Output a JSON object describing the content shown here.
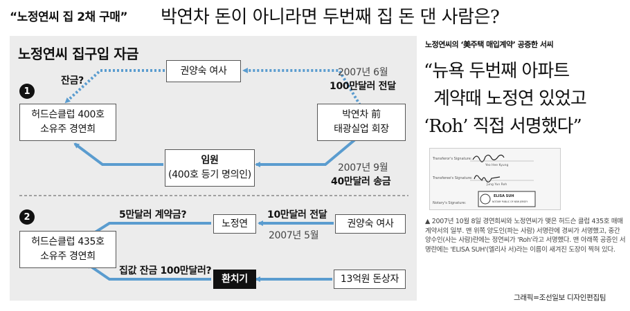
{
  "header": {
    "tag": "“노정연씨 집 2채 구매”",
    "title": "박연차 돈이 아니라면 두번째 집 돈 댄 사람은?"
  },
  "diagram": {
    "title": "노정연씨 집구입 자금",
    "section1": {
      "number": "1",
      "nodes": {
        "hudson400": [
          "허드슨클럽 400호",
          "소유주 경연희"
        ],
        "kwon": "권양숙 여사",
        "park": [
          "박연차 前",
          "태광실업 회장"
        ],
        "employee": [
          "임원",
          "(400호 등기 명의인)"
        ]
      },
      "labels": {
        "balance": "잔금?",
        "date_june": "2007년 6월",
        "amount_june": "100만달러 전달",
        "date_sept": "2007년 9월",
        "amount_sept": "40만달러 송금"
      }
    },
    "section2": {
      "number": "2",
      "nodes": {
        "hudson435": [
          "허드슨클럽 435호",
          "소유주 경연희"
        ],
        "rho": "노정연",
        "kwon": "권양숙 여사",
        "exchanger": "환치기",
        "merchant": "13억원 돈상자"
      },
      "labels": {
        "deposit": "5만달러 계약금?",
        "transfer": "10만달러 전달",
        "date_may": "2007년 5월",
        "balance": "집값 잔금 100만달러?"
      }
    }
  },
  "right": {
    "kicker": "노정연씨의 ‘美주택 매입계약’ 공증한 서씨",
    "quote_lines": [
      "“뉴욕 두번째 아파트",
      "계약때 노정연 있었고",
      "‘Roh’ 직접 서명했다”"
    ],
    "document": {
      "transferor_label": "Transferor's Signature:",
      "transferor_name": "Yeo Hee Kyung",
      "transferee_label": "Transferee's Signature:",
      "transferee_name": "Jung Yun Roh",
      "notary_label": "Notary's Signature:",
      "stamp_line1": "ELISA SUH",
      "stamp_line2": "NOTARY PUBLIC OF NEW JERSEY"
    },
    "caption": "▲ 2007년 10월 8일 경연희씨와 노정연씨가 맺은 허드슨 클럽 435호 매매계약서의 일부. 맨 위쪽 양도인(파는 사람) 서명란에 경씨가 서명했고, 중간 양수인(사는 사람)란에는 정연씨가 'Roh'라고 서명했다. 맨 아래쪽 공증인 서명란에는 'ELISA SUH'(엘리사 서)라는 이름이 새겨진 도장이 찍혀 있다.",
    "credit": "그래픽=조선일보 디자인편집팀"
  },
  "colors": {
    "arrow_blue": "#5a9ccf",
    "panel_bg": "#ececec",
    "dark_box": "#111111"
  }
}
